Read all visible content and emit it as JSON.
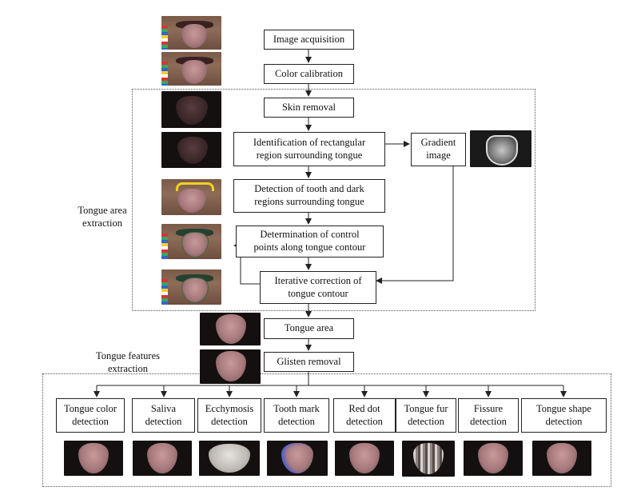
{
  "nodes": {
    "image_acquisition": "Image acquisition",
    "color_calibration": "Color calibration",
    "skin_removal": "Skin removal",
    "identification": "Identification of rectangular\nregion surrounding tongue",
    "gradient_image": "Gradient\nimage",
    "detection_tooth": "Detection of tooth and dark\nregions surrounding tongue",
    "control_points": "Determination of control\npoints along tongue contour",
    "iterative_correction": "Iterative correction of\ntongue contour",
    "tongue_area": "Tongue area",
    "glisten_removal": "Glisten removal"
  },
  "groups": {
    "tongue_area_extraction": "Tongue area\nextraction",
    "tongue_features_extraction": "Tongue features\nextraction"
  },
  "features": [
    "Tongue color\ndetection",
    "Saliva\ndetection",
    "Ecchymosis\ndetection",
    "Tooth mark\ndetection",
    "Red dot\ndetection",
    "Tongue fur\ndetection",
    "Fissure\ndetection",
    "Tongue shape\ndetection"
  ]
}
